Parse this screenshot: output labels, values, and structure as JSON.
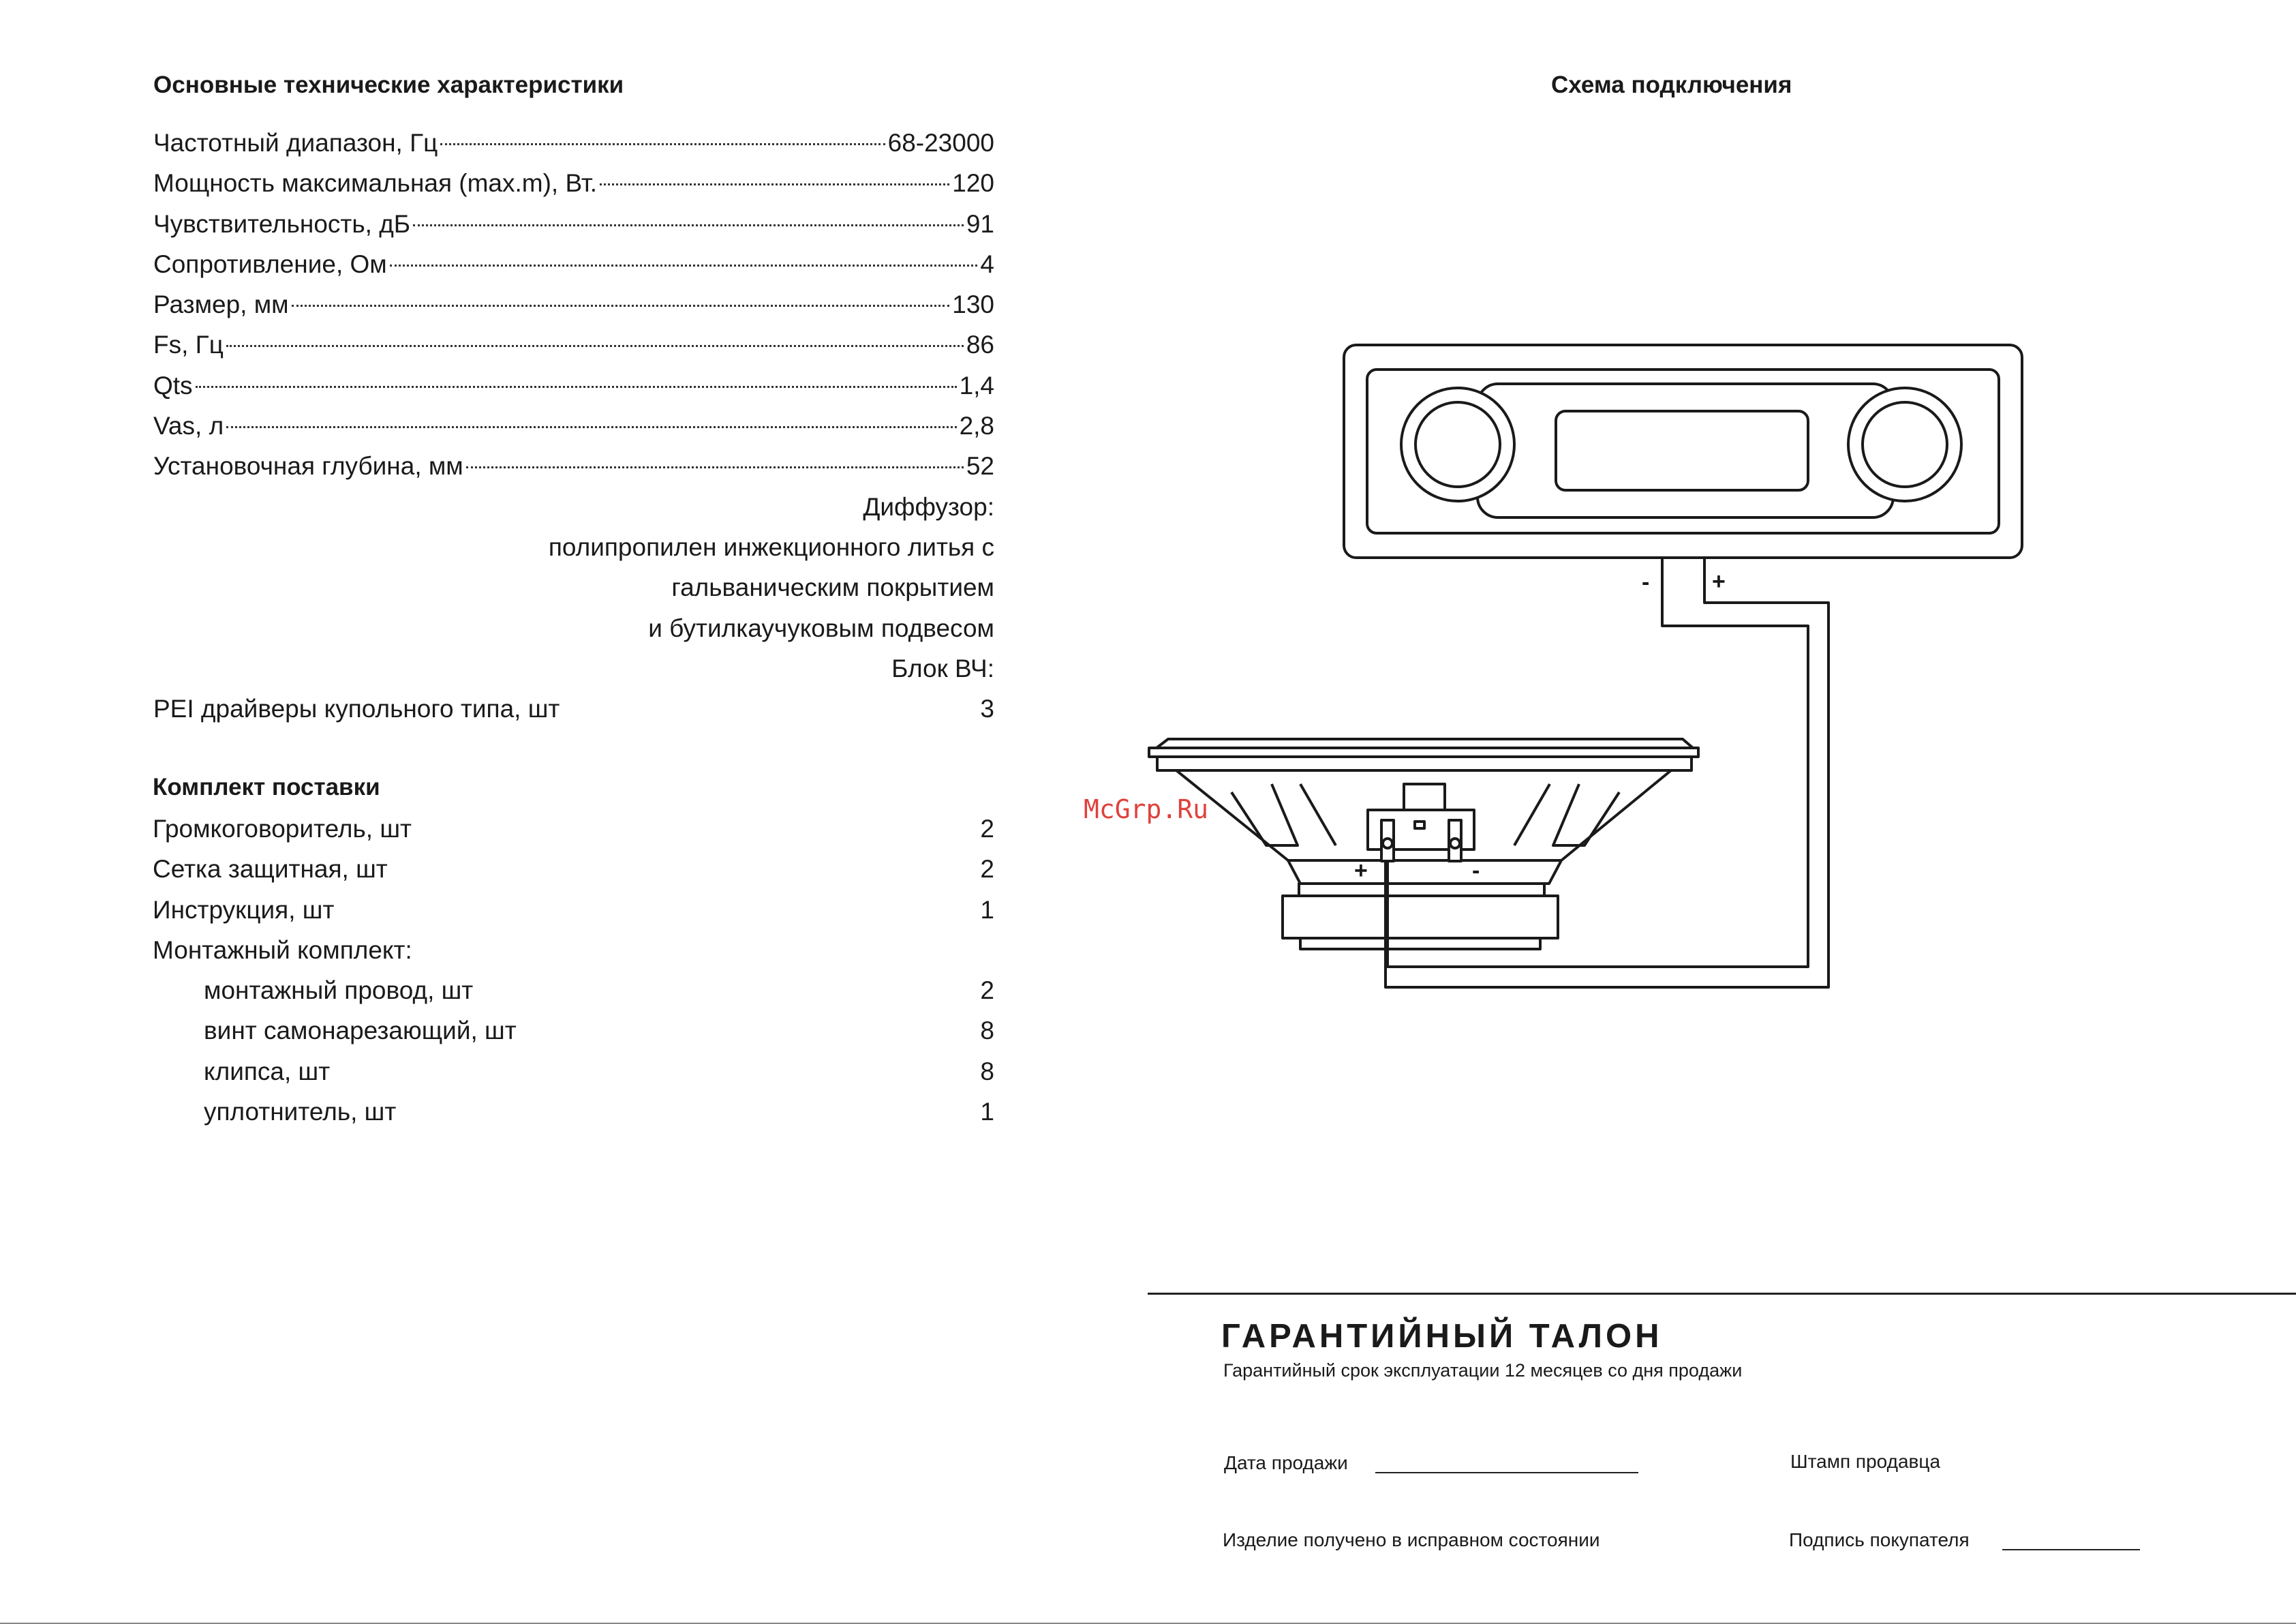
{
  "specs": {
    "title": "Основные технические характеристики",
    "rows": [
      {
        "label": "Частотный диапазон, Гц",
        "value": "68-23000"
      },
      {
        "label": "Мощность максимальная (max.m), Вт.",
        "value": "120"
      },
      {
        "label": "Чувствительность, дБ",
        "value": "91"
      },
      {
        "label": "Сопротивление, Ом",
        "value": "4"
      },
      {
        "label": "Размер, мм",
        "value": "130"
      },
      {
        "label": "Fs, Гц",
        "value": "86"
      },
      {
        "label": "Qts",
        "value": "1,4"
      },
      {
        "label": "Vas, л",
        "value": "2,8"
      },
      {
        "label": "Установочная глубина, мм",
        "value": "52"
      }
    ],
    "diffuser_label": "Диффузор:",
    "diffuser_lines": [
      "полипропилен инжекционного литья с",
      "гальваническим покрытием",
      "и бутилкаучуковым подвесом"
    ],
    "hf_label": "Блок ВЧ:",
    "hf_row": {
      "label": "PEI драйверы купольного типа, шт",
      "value": "3"
    }
  },
  "kit": {
    "title": "Комплект поставки",
    "items": [
      {
        "label": "Громкоговоритель, шт",
        "value": "2"
      },
      {
        "label": "Сетка защитная, шт",
        "value": "2"
      },
      {
        "label": "Инструкция, шт",
        "value": "1"
      }
    ],
    "mount_label": "Монтажный комплект:",
    "mount_items": [
      {
        "label": "монтажный провод, шт",
        "value": "2"
      },
      {
        "label": "винт самонарезающий, шт",
        "value": "8"
      },
      {
        "label": "клипса, шт",
        "value": "8"
      },
      {
        "label": "уплотнитель, шт",
        "value": "1"
      }
    ]
  },
  "diagram": {
    "title": "Схема подключения",
    "minus": "-",
    "plus": "+",
    "spk_plus": "+",
    "spk_minus": "-"
  },
  "watermark": "McGrp.Ru",
  "warranty": {
    "title": "ГАРАНТИЙНЫЙ ТАЛОН",
    "subtitle": "Гарантийный срок эксплуатации 12 месяцев со дня продажи",
    "sale_date": "Дата продажи",
    "stamp": "Штамп продавца",
    "received": "Изделие получено в исправном состоянии",
    "signature": "Подпись покупателя"
  }
}
